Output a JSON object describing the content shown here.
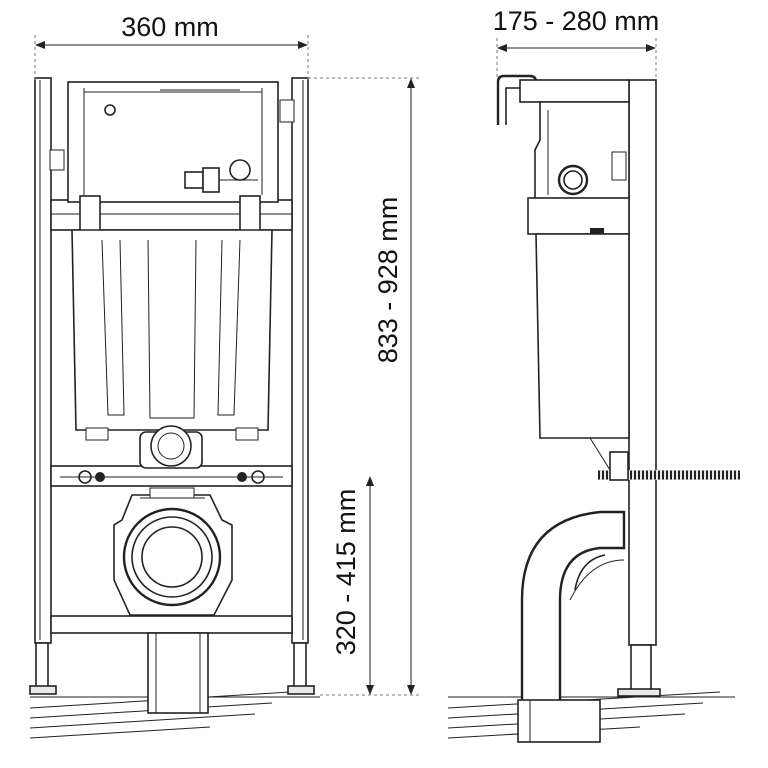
{
  "dimensions": {
    "front_width": "360 mm",
    "side_depth": "175 - 280 mm",
    "total_height": "833 - 928 mm",
    "outlet_height": "320 - 415 mm"
  },
  "colors": {
    "line": "#222222",
    "background": "#ffffff",
    "floor_hatch": "#444444"
  }
}
